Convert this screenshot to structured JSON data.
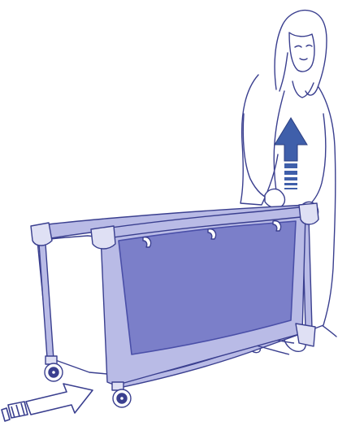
{
  "illustration": {
    "subject": "woman-lifting-travel-cot-side",
    "colors": {
      "line": "#3a3f8f",
      "frame_fill": "#b9bbe6",
      "panel_fill": "#7b7fc9",
      "panel_stroke": "#4a4fa8",
      "up_arrow": "#3f5faa",
      "push_arrow_stroke": "#3a3f8f",
      "background": "#ffffff"
    },
    "arrows": [
      {
        "name": "lift-up-arrow",
        "direction": "up"
      },
      {
        "name": "push-right-arrow",
        "direction": "right"
      }
    ]
  }
}
